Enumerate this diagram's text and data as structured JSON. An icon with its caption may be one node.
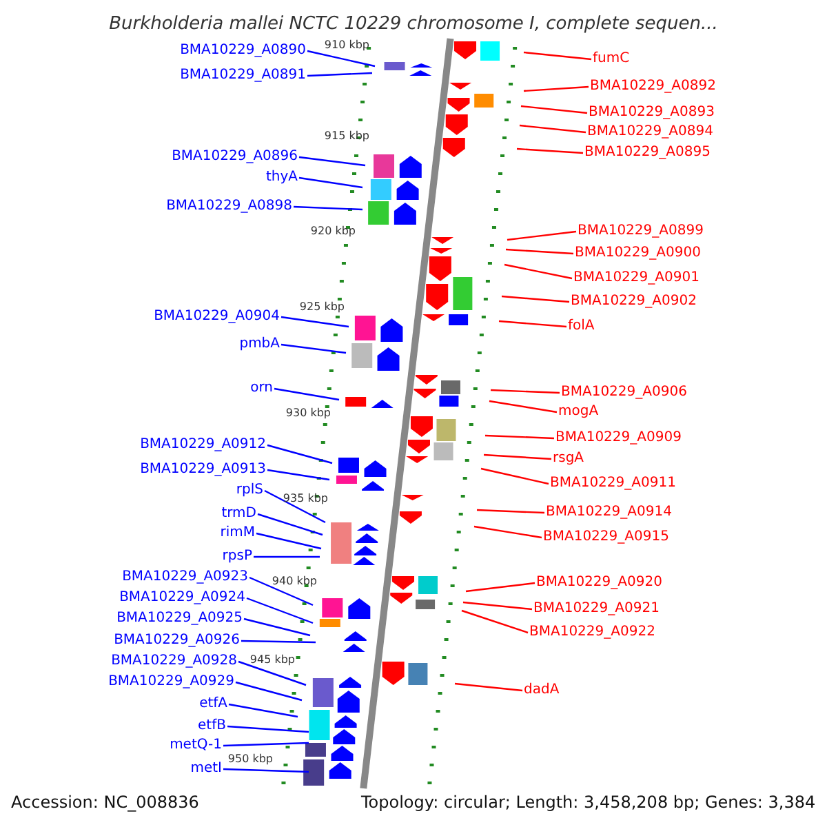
{
  "diagram": {
    "title": "Burkholderia mallei NCTC 10229 chromosome I, complete sequen...",
    "nodes": [
      {
        "text": [
          "BMA10229_A0890"
        ]
      },
      {
        "text": [
          "BMA10229_A0891"
        ]
      },
      {
        "text": [
          "BMA10229_A0896"
        ]
      },
      {
        "text": [
          "thyA"
        ]
      },
      {
        "text": [
          "BMA10229_A0898"
        ]
      },
      {
        "text": [
          "BMA10229_A0904"
        ]
      },
      {
        "text": [
          "pmbA"
        ]
      },
      {
        "text": [
          "orn"
        ]
      },
      {
        "text": [
          "BMA10229_A0912"
        ]
      },
      {
        "text": [
          "BMA10229_A0913"
        ]
      },
      {
        "text": [
          "rplS"
        ]
      },
      {
        "text": [
          "trmD"
        ]
      },
      {
        "text": [
          "rimM"
        ]
      },
      {
        "text": [
          "rpsP"
        ]
      },
      {
        "text": [
          "BMA10229_A0923"
        ]
      },
      {
        "text": [
          "BMA10229_A0924"
        ]
      },
      {
        "text": [
          "BMA10229_A0925"
        ]
      },
      {
        "text": [
          "BMA10229_A0926"
        ]
      },
      {
        "text": [
          "BMA10229_A0928"
        ]
      },
      {
        "text": [
          "BMA10229_A0929"
        ]
      },
      {
        "text": [
          "etfA"
        ]
      },
      {
        "text": [
          "etfB"
        ]
      },
      {
        "text": [
          "metQ-1"
        ]
      },
      {
        "text": [
          "metI"
        ]
      },
      {
        "text": [
          "fumC"
        ]
      },
      {
        "text": [
          "BMA10229_A0892"
        ]
      },
      {
        "text": [
          "BMA10229_A0893"
        ]
      },
      {
        "text": [
          "BMA10229_A0894"
        ]
      },
      {
        "text": [
          "BMA10229_A0895"
        ]
      },
      {
        "text": [
          "BMA10229_A0899"
        ]
      },
      {
        "text": [
          "BMA10229_A0900"
        ]
      },
      {
        "text": [
          "BMA10229_A0901"
        ]
      },
      {
        "text": [
          "BMA10229_A0902"
        ]
      },
      {
        "text": [
          "folA"
        ]
      },
      {
        "text": [
          "BMA10229_A0906"
        ]
      },
      {
        "text": [
          "mogA"
        ]
      },
      {
        "text": [
          "BMA10229_A0909"
        ]
      },
      {
        "text": [
          "rsgA"
        ]
      },
      {
        "text": [
          "BMA10229_A0911"
        ]
      },
      {
        "text": [
          "BMA10229_A0914"
        ]
      },
      {
        "text": [
          "BMA10229_A0915"
        ]
      },
      {
        "text": [
          "BMA10229_A0920"
        ]
      },
      {
        "text": [
          "BMA10229_A0921"
        ]
      },
      {
        "text": [
          "BMA10229_A0922"
        ]
      },
      {
        "text": [
          "dadA"
        ]
      }
    ],
    "edges": [
      {
        "from": 0,
        "to": null,
        "arrow": "none"
      },
      {
        "from": 1,
        "to": null,
        "arrow": "none"
      },
      {
        "from": 2,
        "to": null,
        "arrow": "none"
      },
      {
        "from": 3,
        "to": null,
        "arrow": "none"
      },
      {
        "from": 4,
        "to": null,
        "arrow": "none"
      },
      {
        "from": 5,
        "to": null,
        "arrow": "none"
      },
      {
        "from": 6,
        "to": null,
        "arrow": "none"
      },
      {
        "from": 7,
        "to": null,
        "arrow": "none"
      },
      {
        "from": 8,
        "to": null,
        "arrow": "none"
      },
      {
        "from": 9,
        "to": null,
        "arrow": "none"
      },
      {
        "from": 10,
        "to": null,
        "arrow": "none"
      },
      {
        "from": 11,
        "to": null,
        "arrow": "none"
      },
      {
        "from": 12,
        "to": null,
        "arrow": "none"
      },
      {
        "from": 13,
        "to": null,
        "arrow": "none"
      },
      {
        "from": 14,
        "to": null,
        "arrow": "none"
      },
      {
        "from": 15,
        "to": null,
        "arrow": "none"
      },
      {
        "from": 16,
        "to": null,
        "arrow": "none"
      },
      {
        "from": 17,
        "to": null,
        "arrow": "none"
      },
      {
        "from": 18,
        "to": null,
        "arrow": "none"
      },
      {
        "from": 19,
        "to": null,
        "arrow": "none"
      },
      {
        "from": 20,
        "to": null,
        "arrow": "none"
      },
      {
        "from": 21,
        "to": null,
        "arrow": "none"
      },
      {
        "from": 22,
        "to": null,
        "arrow": "none"
      },
      {
        "from": 23,
        "to": null,
        "arrow": "none"
      },
      {
        "from": 24,
        "to": null,
        "arrow": "none",
        "color": "#ff0000"
      },
      {
        "from": 25,
        "to": null,
        "arrow": "none",
        "color": "#ff0000"
      },
      {
        "from": 26,
        "to": null,
        "arrow": "none",
        "color": "#ff0000"
      },
      {
        "from": 27,
        "to": null,
        "arrow": "none",
        "color": "#ff0000"
      },
      {
        "from": 28,
        "to": null,
        "arrow": "none",
        "color": "#ff0000"
      },
      {
        "from": 29,
        "to": null,
        "arrow": "none",
        "color": "#ff0000"
      },
      {
        "from": 30,
        "to": null,
        "arrow": "none",
        "color": "#ff0000"
      },
      {
        "from": 31,
        "to": null,
        "arrow": "none",
        "color": "#ff0000"
      },
      {
        "from": 32,
        "to": null,
        "arrow": "none",
        "color": "#ff0000"
      },
      {
        "from": 33,
        "to": null,
        "arrow": "none",
        "color": "#ff0000"
      },
      {
        "from": 34,
        "to": null,
        "arrow": "none",
        "color": "#ff0000"
      },
      {
        "from": 35,
        "to": null,
        "arrow": "none",
        "color": "#ff0000"
      },
      {
        "from": 36,
        "to": null,
        "arrow": "none",
        "color": "#ff0000"
      },
      {
        "from": 37,
        "to": null,
        "arrow": "none",
        "color": "#ff0000"
      },
      {
        "from": 38,
        "to": null,
        "arrow": "none",
        "color": "#ff0000"
      },
      {
        "from": 39,
        "to": null,
        "arrow": "none",
        "color": "#ff0000"
      },
      {
        "from": 40,
        "to": null,
        "arrow": "none",
        "color": "#ff0000"
      },
      {
        "from": 41,
        "to": null,
        "arrow": "none",
        "color": "#ff0000"
      },
      {
        "from": 42,
        "to": null,
        "arrow": "none",
        "color": "#ff0000"
      },
      {
        "from": 43,
        "to": null,
        "arrow": "none",
        "color": "#ff0000"
      },
      {
        "from": 44,
        "to": null,
        "arrow": "none",
        "color": "#ff0000"
      }
    ],
    "labels": [
      "910 kbp",
      "915 kbp",
      "920 kbp",
      "925 kbp",
      "930 kbp",
      "935 kbp",
      "940 kbp",
      "945 kbp",
      "950 kbp",
      "Accession: NC_008836",
      "Topology: circular; Length: 3,458,208 bp; Genes: 3,384"
    ]
  }
}
